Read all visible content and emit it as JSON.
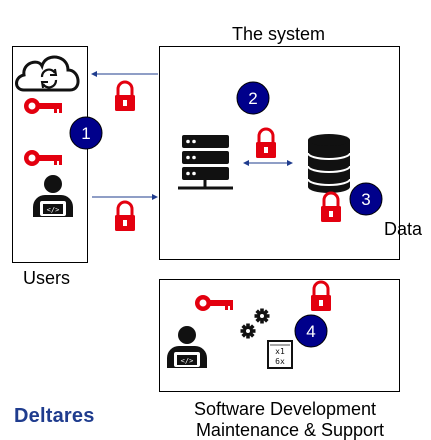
{
  "title": "The system",
  "labels": {
    "users": "Users",
    "data": "Data",
    "software": "Software Development",
    "maintenance": "Maintenance & Support"
  },
  "brand": "Deltares",
  "markers": [
    "1",
    "2",
    "3",
    "4"
  ],
  "icons": [
    "cloud-sync-icon",
    "key-icon",
    "padlock-icon",
    "developer-icon",
    "server-icon",
    "database-icon",
    "gears-icon",
    "code-file-icon"
  ],
  "colors": {
    "accent_red": "#e3000f",
    "marker_blue": "#00008b",
    "brand_blue": "#1f3c8e"
  }
}
